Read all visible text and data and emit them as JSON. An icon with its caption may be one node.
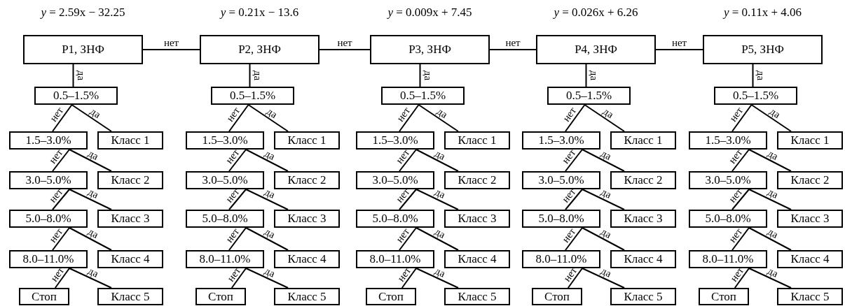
{
  "diagram": {
    "nodes": [
      {
        "text": [
          "P1, ЗНФ"
        ],
        "beside": [
          "*y* = 2.59x − 32.25"
        ]
      },
      {
        "text": [
          "0.5–1.5%"
        ]
      },
      {
        "text": [
          "1.5–3.0%"
        ]
      },
      {
        "text": [
          "Класс 1"
        ]
      },
      {
        "text": [
          "3.0–5.0%"
        ]
      },
      {
        "text": [
          "Класс 2"
        ]
      },
      {
        "text": [
          "5.0–8.0%"
        ]
      },
      {
        "text": [
          "Класс 3"
        ]
      },
      {
        "text": [
          "8.0–11.0%"
        ]
      },
      {
        "text": [
          "Класс 4"
        ]
      },
      {
        "text": [
          "Стоп"
        ]
      },
      {
        "text": [
          "Класс 5"
        ]
      },
      {
        "text": [
          "P2, ЗНФ"
        ],
        "beside": [
          "*y* = 0.21x − 13.6"
        ]
      },
      {
        "text": [
          "0.5–1.5%"
        ]
      },
      {
        "text": [
          "1.5–3.0%"
        ]
      },
      {
        "text": [
          "Класс 1"
        ]
      },
      {
        "text": [
          "3.0–5.0%"
        ]
      },
      {
        "text": [
          "Класс 2"
        ]
      },
      {
        "text": [
          "5.0–8.0%"
        ]
      },
      {
        "text": [
          "Класс 3"
        ]
      },
      {
        "text": [
          "8.0–11.0%"
        ]
      },
      {
        "text": [
          "Класс 4"
        ]
      },
      {
        "text": [
          "Стоп"
        ]
      },
      {
        "text": [
          "Класс 5"
        ]
      },
      {
        "text": [
          "P3, ЗНФ"
        ],
        "beside": [
          "*y* = 0.009x + 7.45"
        ]
      },
      {
        "text": [
          "0.5–1.5%"
        ]
      },
      {
        "text": [
          "1.5–3.0%"
        ]
      },
      {
        "text": [
          "Класс 1"
        ]
      },
      {
        "text": [
          "3.0–5.0%"
        ]
      },
      {
        "text": [
          "Класс 2"
        ]
      },
      {
        "text": [
          "5.0–8.0%"
        ]
      },
      {
        "text": [
          "Класс 3"
        ]
      },
      {
        "text": [
          "8.0–11.0%"
        ]
      },
      {
        "text": [
          "Класс 4"
        ]
      },
      {
        "text": [
          "Стоп"
        ]
      },
      {
        "text": [
          "Класс 5"
        ]
      },
      {
        "text": [
          "P4, ЗНФ"
        ],
        "beside": [
          "*y* = 0.026x + 6.26"
        ]
      },
      {
        "text": [
          "0.5–1.5%"
        ]
      },
      {
        "text": [
          "1.5–3.0%"
        ]
      },
      {
        "text": [
          "Класс 1"
        ]
      },
      {
        "text": [
          "3.0–5.0%"
        ]
      },
      {
        "text": [
          "Класс 2"
        ]
      },
      {
        "text": [
          "5.0–8.0%"
        ]
      },
      {
        "text": [
          "Класс 3"
        ]
      },
      {
        "text": [
          "8.0–11.0%"
        ]
      },
      {
        "text": [
          "Класс 4"
        ]
      },
      {
        "text": [
          "Стоп"
        ]
      },
      {
        "text": [
          "Класс 5"
        ]
      },
      {
        "text": [
          "P5, ЗНФ"
        ],
        "beside": [
          "*y* = 0.11x + 4.06"
        ]
      },
      {
        "text": [
          "0.5–1.5%"
        ]
      },
      {
        "text": [
          "1.5–3.0%"
        ]
      },
      {
        "text": [
          "Класс 1"
        ]
      },
      {
        "text": [
          "3.0–5.0%"
        ]
      },
      {
        "text": [
          "Класс 2"
        ]
      },
      {
        "text": [
          "5.0–8.0%"
        ]
      },
      {
        "text": [
          "Класс 3"
        ]
      },
      {
        "text": [
          "8.0–11.0%"
        ]
      },
      {
        "text": [
          "Класс 4"
        ]
      },
      {
        "text": [
          "Стоп"
        ]
      },
      {
        "text": [
          "Класс 5"
        ]
      }
    ],
    "edges": [
      {
        "from": 0,
        "to": 1,
        "arrow": "none",
        "label": "да"
      },
      {
        "from": 1,
        "to": 2,
        "arrow": "none",
        "label": "нет"
      },
      {
        "from": 1,
        "to": 3,
        "arrow": "none",
        "label": "да"
      },
      {
        "from": 2,
        "to": 4,
        "arrow": "none",
        "label": "нет"
      },
      {
        "from": 2,
        "to": 5,
        "arrow": "none",
        "label": "да"
      },
      {
        "from": 4,
        "to": 6,
        "arrow": "none",
        "label": "нет"
      },
      {
        "from": 4,
        "to": 7,
        "arrow": "none",
        "label": "да"
      },
      {
        "from": 6,
        "to": 8,
        "arrow": "none",
        "label": "нет"
      },
      {
        "from": 6,
        "to": 9,
        "arrow": "none",
        "label": "да"
      },
      {
        "from": 8,
        "to": 10,
        "arrow": "none",
        "label": "нет"
      },
      {
        "from": 8,
        "to": 11,
        "arrow": "none",
        "label": "да"
      },
      {
        "from": 0,
        "to": 12,
        "arrow": "none",
        "label": "нет"
      },
      {
        "from": 12,
        "to": 13,
        "arrow": "none",
        "label": "да"
      },
      {
        "from": 13,
        "to": 14,
        "arrow": "none",
        "label": "нет"
      },
      {
        "from": 13,
        "to": 15,
        "arrow": "none",
        "label": "да"
      },
      {
        "from": 14,
        "to": 16,
        "arrow": "none",
        "label": "нет"
      },
      {
        "from": 14,
        "to": 17,
        "arrow": "none",
        "label": "да"
      },
      {
        "from": 16,
        "to": 18,
        "arrow": "none",
        "label": "нет"
      },
      {
        "from": 16,
        "to": 19,
        "arrow": "none",
        "label": "да"
      },
      {
        "from": 18,
        "to": 20,
        "arrow": "none",
        "label": "нет"
      },
      {
        "from": 18,
        "to": 21,
        "arrow": "none",
        "label": "да"
      },
      {
        "from": 20,
        "to": 22,
        "arrow": "none",
        "label": "нет"
      },
      {
        "from": 20,
        "to": 23,
        "arrow": "none",
        "label": "да"
      },
      {
        "from": 12,
        "to": 24,
        "arrow": "none",
        "label": "нет"
      },
      {
        "from": 24,
        "to": 25,
        "arrow": "none",
        "label": "да"
      },
      {
        "from": 25,
        "to": 26,
        "arrow": "none",
        "label": "нет"
      },
      {
        "from": 25,
        "to": 27,
        "arrow": "none",
        "label": "да"
      },
      {
        "from": 26,
        "to": 28,
        "arrow": "none",
        "label": "нет"
      },
      {
        "from": 26,
        "to": 29,
        "arrow": "none",
        "label": "да"
      },
      {
        "from": 28,
        "to": 30,
        "arrow": "none",
        "label": "нет"
      },
      {
        "from": 28,
        "to": 31,
        "arrow": "none",
        "label": "да"
      },
      {
        "from": 30,
        "to": 32,
        "arrow": "none",
        "label": "нет"
      },
      {
        "from": 30,
        "to": 33,
        "arrow": "none",
        "label": "да"
      },
      {
        "from": 32,
        "to": 34,
        "arrow": "none",
        "label": "нет"
      },
      {
        "from": 32,
        "to": 35,
        "arrow": "none",
        "label": "да"
      },
      {
        "from": 24,
        "to": 36,
        "arrow": "none",
        "label": "нет"
      },
      {
        "from": 36,
        "to": 37,
        "arrow": "none",
        "label": "да"
      },
      {
        "from": 37,
        "to": 38,
        "arrow": "none",
        "label": "нет"
      },
      {
        "from": 37,
        "to": 39,
        "arrow": "none",
        "label": "да"
      },
      {
        "from": 38,
        "to": 40,
        "arrow": "none",
        "label": "нет"
      },
      {
        "from": 38,
        "to": 41,
        "arrow": "none",
        "label": "да"
      },
      {
        "from": 40,
        "to": 42,
        "arrow": "none",
        "label": "нет"
      },
      {
        "from": 40,
        "to": 43,
        "arrow": "none",
        "label": "да"
      },
      {
        "from": 42,
        "to": 44,
        "arrow": "none",
        "label": "нет"
      },
      {
        "from": 42,
        "to": 45,
        "arrow": "none",
        "label": "да"
      },
      {
        "from": 44,
        "to": 46,
        "arrow": "none",
        "label": "нет"
      },
      {
        "from": 44,
        "to": 47,
        "arrow": "none",
        "label": "да"
      },
      {
        "from": 36,
        "to": 48,
        "arrow": "none",
        "label": "нет"
      },
      {
        "from": 48,
        "to": 49,
        "arrow": "none",
        "label": "да"
      },
      {
        "from": 49,
        "to": 50,
        "arrow": "none",
        "label": "нет"
      },
      {
        "from": 49,
        "to": 51,
        "arrow": "none",
        "label": "да"
      },
      {
        "from": 50,
        "to": 52,
        "arrow": "none",
        "label": "нет"
      },
      {
        "from": 50,
        "to": 53,
        "arrow": "none",
        "label": "да"
      },
      {
        "from": 52,
        "to": 54,
        "arrow": "none",
        "label": "нет"
      },
      {
        "from": 52,
        "to": 55,
        "arrow": "none",
        "label": "да"
      },
      {
        "from": 54,
        "to": 56,
        "arrow": "none",
        "label": "нет"
      },
      {
        "from": 54,
        "to": 57,
        "arrow": "none",
        "label": "да"
      },
      {
        "from": 56,
        "to": 58,
        "arrow": "none",
        "label": "нет"
      },
      {
        "from": 56,
        "to": 59,
        "arrow": "none",
        "label": "да"
      }
    ]
  }
}
